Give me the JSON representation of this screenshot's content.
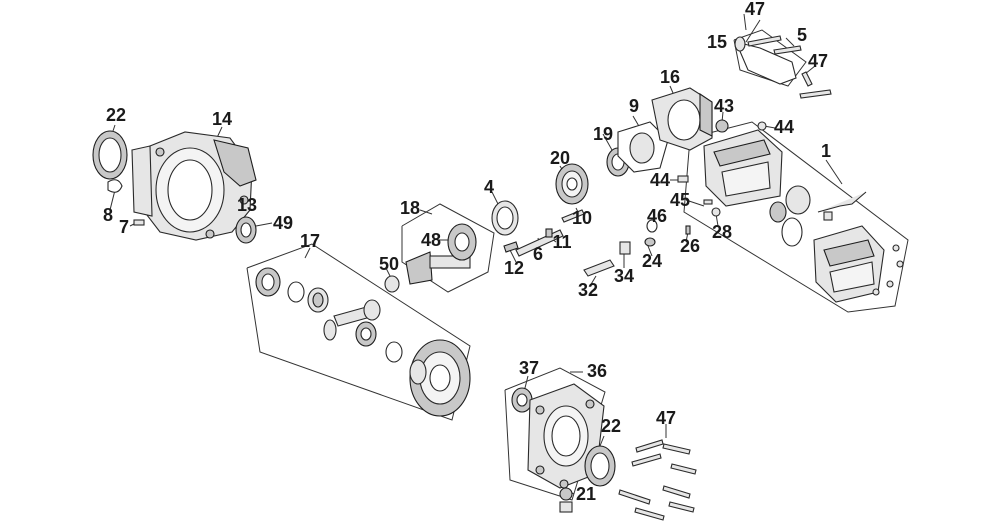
{
  "callouts": [
    "1",
    "4",
    "5",
    "6",
    "7",
    "8",
    "9",
    "10",
    "11",
    "12",
    "13",
    "14",
    "15",
    "16",
    "17",
    "18",
    "19",
    "20",
    "21",
    "22",
    "22",
    "24",
    "26",
    "28",
    "32",
    "34",
    "36",
    "37",
    "43",
    "44",
    "44",
    "45",
    "46",
    "47",
    "47",
    "47",
    "48",
    "49",
    "50"
  ]
}
